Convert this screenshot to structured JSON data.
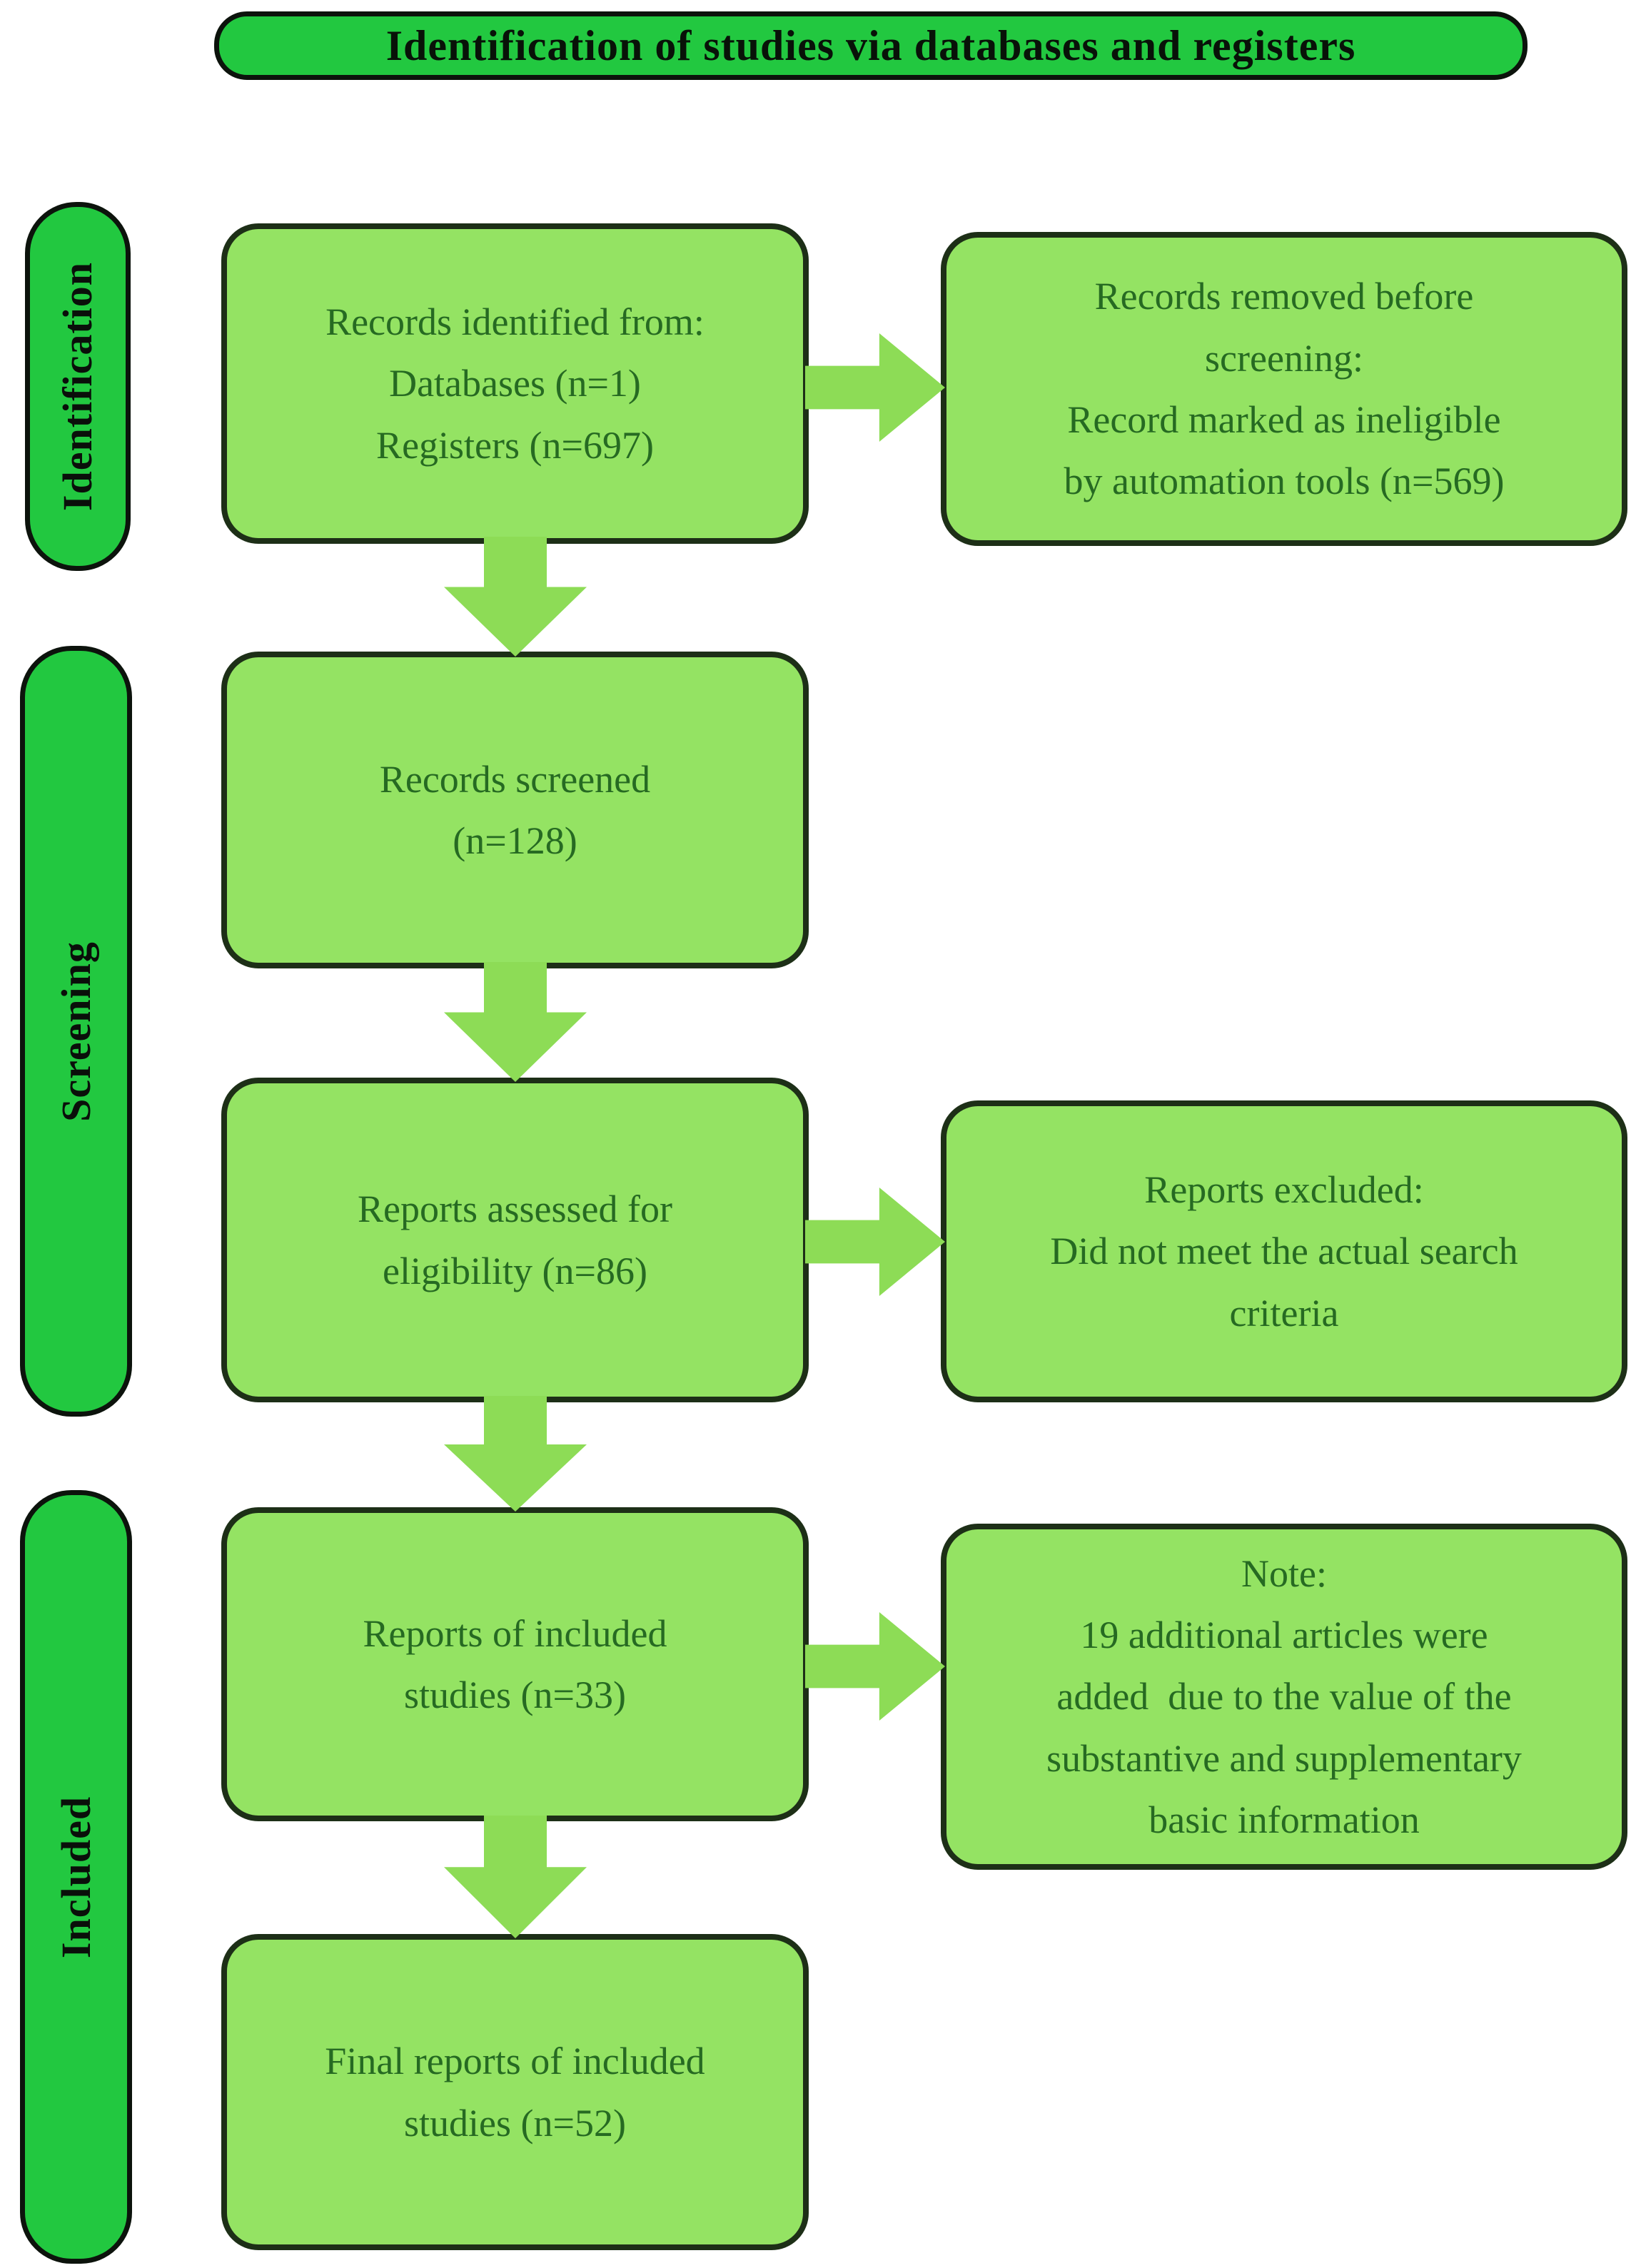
{
  "title": "Identification of studies via databases and registers",
  "stages": [
    {
      "label": "Identification"
    },
    {
      "label": "Screening"
    },
    {
      "label": "Included"
    }
  ],
  "boxes": {
    "records_identified": {
      "text": "Records identified from:\nDatabases (n=1)\nRegisters (n=697)"
    },
    "records_removed": {
      "text": "Records removed before\nscreening:\nRecord marked as ineligible\nby automation tools (n=569)"
    },
    "records_screened": {
      "text": "Records screened\n(n=128)"
    },
    "reports_assessed": {
      "text": "Reports assessed for\neligibility (n=86)"
    },
    "reports_excluded": {
      "text": "Reports excluded:\nDid not meet the actual search\ncriteria"
    },
    "reports_included": {
      "text": "Reports of included\nstudies (n=33)"
    },
    "note": {
      "text": "Note:\n19 additional articles were\nadded  due to the value of the\nsubstantive and supplementary\nbasic information"
    },
    "final_reports": {
      "text": "Final reports of included\nstudies (n=52)"
    }
  },
  "colors": {
    "bright_green": "#22c840",
    "box_green": "#94e363",
    "arrow_green": "#8ddc56",
    "box_border": "#1d2f17",
    "tab_border": "#0c130c",
    "box_text": "#266a22",
    "title_text": "#081208"
  }
}
